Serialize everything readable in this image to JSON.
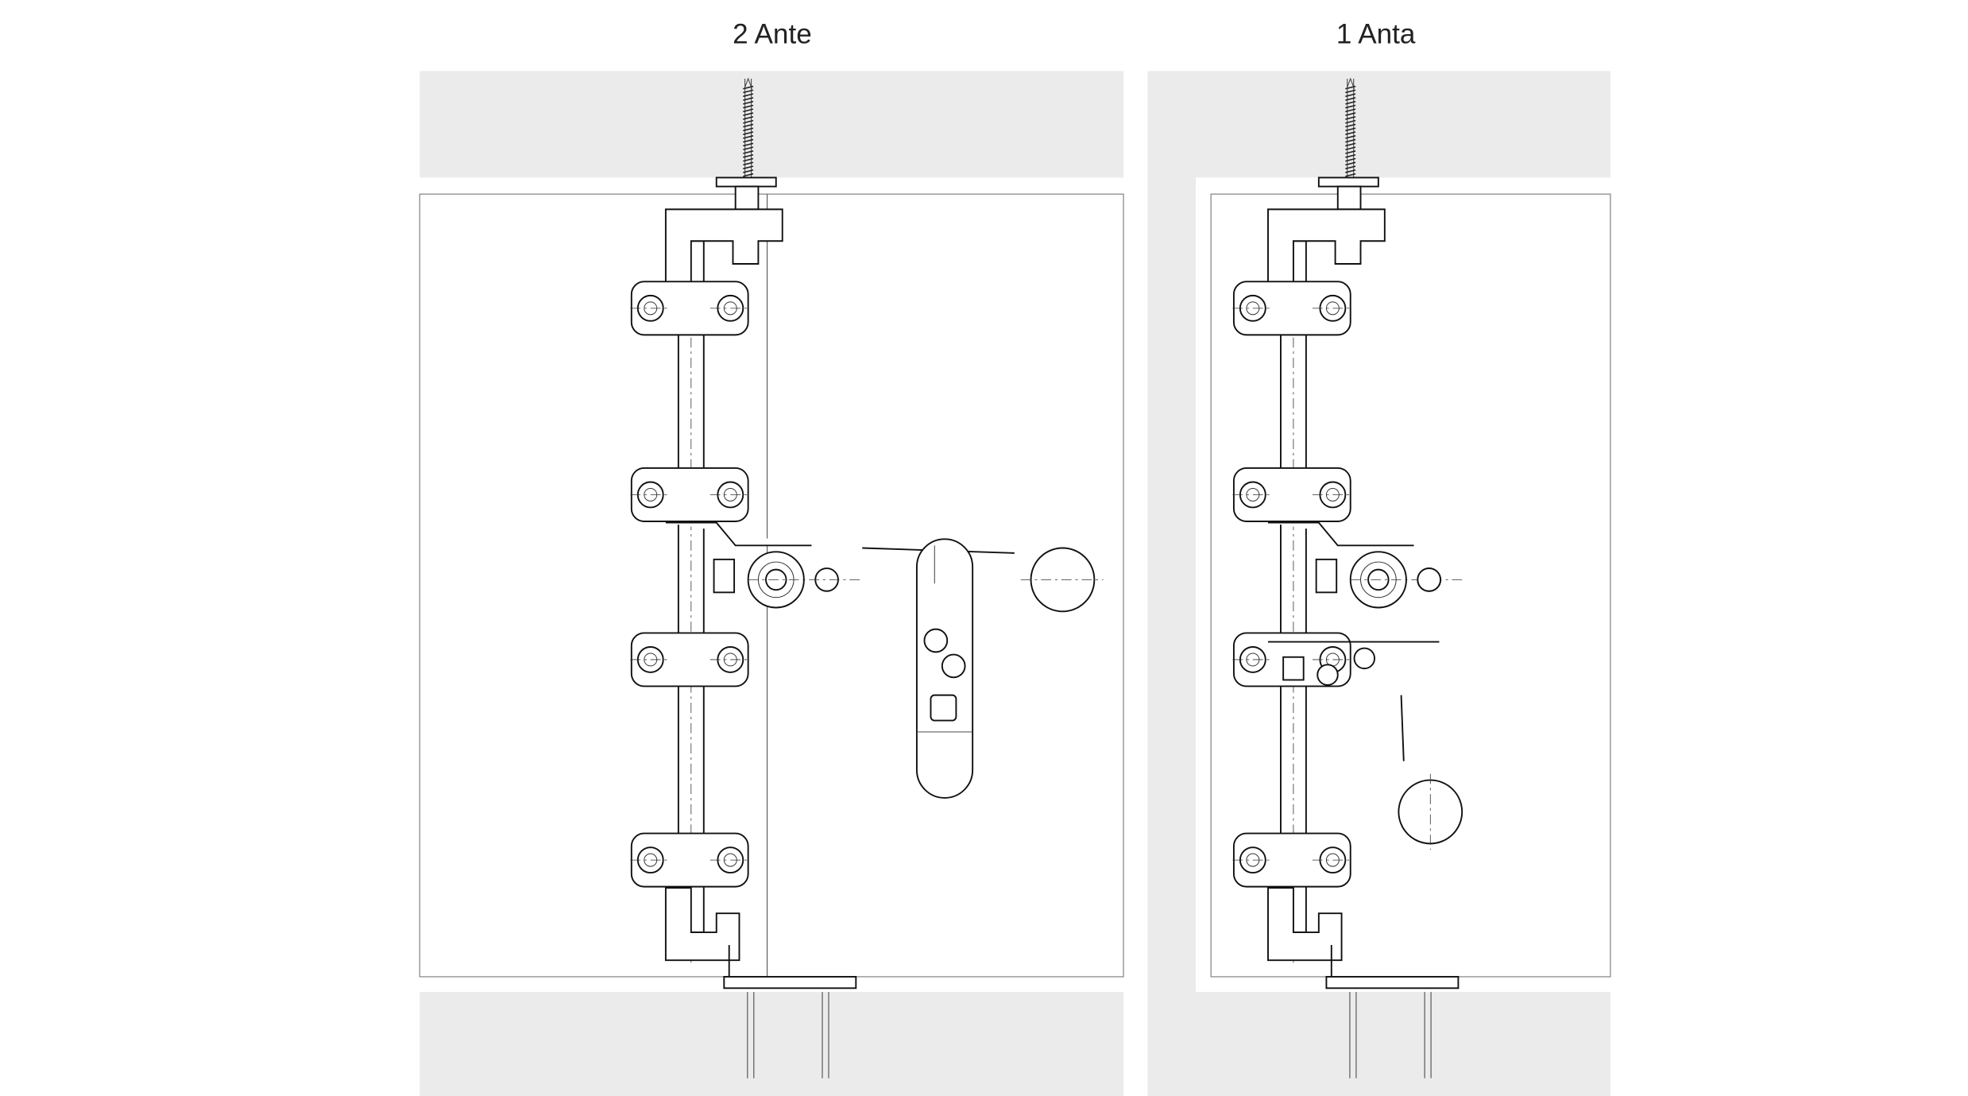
{
  "panels": [
    {
      "title": "2 Ante",
      "variant": "two-leaf"
    },
    {
      "title": "1 Anta",
      "variant": "one-leaf"
    }
  ],
  "colors": {
    "wall": "#ebebeb",
    "line": "#111111",
    "background": "#ffffff"
  }
}
